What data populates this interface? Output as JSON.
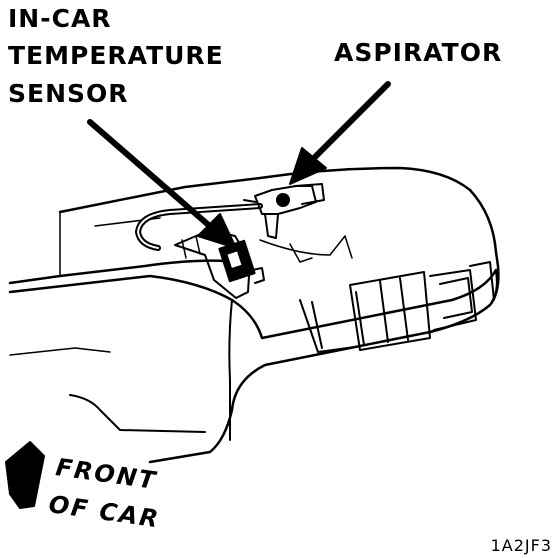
{
  "labels": {
    "sensor_line1": "IN-CAR",
    "sensor_line2": "TEMPERATURE",
    "sensor_line3": "SENSOR",
    "aspirator": "ASPIRATOR",
    "front_line1": "FRONT",
    "front_line2": "OF CAR",
    "figure_code": "1A2JF3"
  }
}
